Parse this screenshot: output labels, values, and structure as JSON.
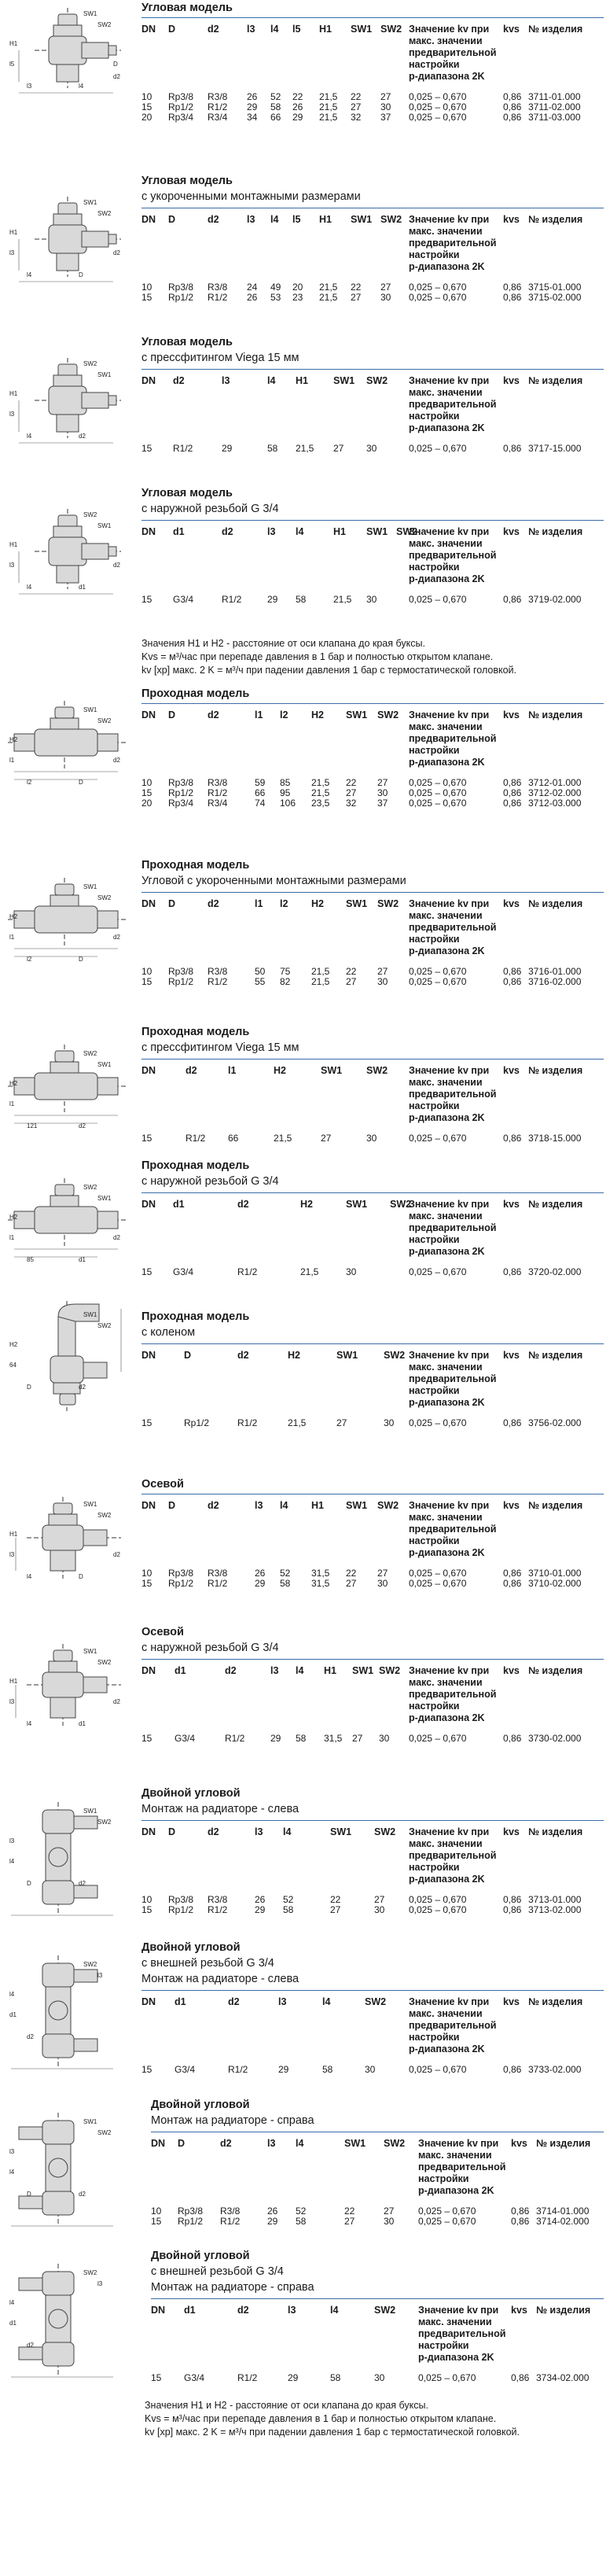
{
  "sections": [
    {
      "id": "s1",
      "title": "Угловая модель",
      "subs": [],
      "headers": [
        "DN",
        "D",
        "d2",
        "l3",
        "l4",
        "l5",
        "H1",
        "SW1",
        "SW2",
        "Значение kv при|макс. значении|предварительной|настройки|р-диапазона 2K",
        "kvs",
        "№ изделия"
      ],
      "rows": [
        [
          "10",
          "Rp3/8",
          "R3/8",
          "26",
          "52",
          "22",
          "21,5",
          "22",
          "27",
          "0,025 – 0,670",
          "0,86",
          "3711-01.000"
        ],
        [
          "15",
          "Rp1/2",
          "R1/2",
          "29",
          "58",
          "26",
          "21,5",
          "27",
          "30",
          "0,025 – 0,670",
          "0,86",
          "3711-02.000"
        ],
        [
          "20",
          "Rp3/4",
          "R3/4",
          "34",
          "66",
          "29",
          "21,5",
          "32",
          "37",
          "0,025 – 0,670",
          "0,86",
          "3711-03.000"
        ]
      ]
    },
    {
      "id": "s2",
      "title": "Угловая модель",
      "subs": [
        "с укороченными монтажными размерами"
      ],
      "headers": [
        "DN",
        "D",
        "d2",
        "l3",
        "l4",
        "l5",
        "H1",
        "SW1",
        "SW2",
        "Значение kv при|макс. значении|предварительной|настройки|р-диапазона 2K",
        "kvs",
        "№ изделия"
      ],
      "rows": [
        [
          "10",
          "Rp3/8",
          "R3/8",
          "24",
          "49",
          "20",
          "21,5",
          "22",
          "27",
          "0,025 – 0,670",
          "0,86",
          "3715-01.000"
        ],
        [
          "15",
          "Rp1/2",
          "R1/2",
          "26",
          "53",
          "23",
          "21,5",
          "27",
          "30",
          "0,025 – 0,670",
          "0,86",
          "3715-02.000"
        ]
      ]
    },
    {
      "id": "s3",
      "title": "Угловая модель",
      "subs": [
        "с прессфитингом Viega 15 мм"
      ],
      "headers": [
        "DN",
        "d2",
        "l3",
        "l4",
        "H1",
        "SW1",
        "SW2",
        "Значение kv при|макс. значении|предварительной|настройки|р-диапазона 2K",
        "kvs",
        "№ изделия"
      ],
      "rows": [
        [
          "15",
          "R1/2",
          "29",
          "58",
          "21,5",
          "27",
          "30",
          "0,025 – 0,670",
          "0,86",
          "3717-15.000"
        ]
      ]
    },
    {
      "id": "s4",
      "title": "Угловая модель",
      "subs": [
        "с наружной резьбой G 3/4"
      ],
      "headers": [
        "DN",
        "d1",
        "d2",
        "l3",
        "l4",
        "H1",
        "SW1",
        "SW2",
        "Значение kv при|макс. значении|предварительной|настройки|р-диапазона 2K",
        "kvs",
        "№ изделия"
      ],
      "rows": [
        [
          "15",
          "G3/4",
          "R1/2",
          "29",
          "58",
          "21,5",
          "30",
          "",
          "0,025 – 0,670",
          "0,86",
          "3719-02.000"
        ]
      ]
    },
    {
      "id": "s5",
      "title": "Проходная модель",
      "subs": [],
      "headers": [
        "DN",
        "D",
        "d2",
        "l1",
        "l2",
        "H2",
        "SW1",
        "SW2",
        "Значение kv при|макс. значении|предварительной|настройки|р-диапазона 2K",
        "kvs",
        "№ изделия"
      ],
      "rows": [
        [
          "10",
          "Rp3/8",
          "R3/8",
          "59",
          "85",
          "21,5",
          "22",
          "27",
          "0,025 – 0,670",
          "0,86",
          "3712-01.000"
        ],
        [
          "15",
          "Rp1/2",
          "R1/2",
          "66",
          "95",
          "21,5",
          "27",
          "30",
          "0,025 – 0,670",
          "0,86",
          "3712-02.000"
        ],
        [
          "20",
          "Rp3/4",
          "R3/4",
          "74",
          "106",
          "23,5",
          "32",
          "37",
          "0,025 – 0,670",
          "0,86",
          "3712-03.000"
        ]
      ]
    },
    {
      "id": "s6",
      "title": "Проходная модель",
      "subs": [
        "Угловой с укороченными монтажными размерами"
      ],
      "headers": [
        "DN",
        "D",
        "d2",
        "l1",
        "l2",
        "H2",
        "SW1",
        "SW2",
        "Значение kv при|макс. значении|предварительной|настройки|р-диапазона 2K",
        "kvs",
        "№ изделия"
      ],
      "rows": [
        [
          "10",
          "Rp3/8",
          "R3/8",
          "50",
          "75",
          "21,5",
          "22",
          "27",
          "0,025 – 0,670",
          "0,86",
          "3716-01.000"
        ],
        [
          "15",
          "Rp1/2",
          "R1/2",
          "55",
          "82",
          "21,5",
          "27",
          "30",
          "0,025 – 0,670",
          "0,86",
          "3716-02.000"
        ]
      ]
    },
    {
      "id": "s7",
      "title": "Проходная модель",
      "subs": [
        "с прессфитингом Viega 15 мм"
      ],
      "headers": [
        "DN",
        "d2",
        "l1",
        "H2",
        "SW1",
        "SW2",
        "Значение kv при|макс. значении|предварительной|настройки|р-диапазона 2K",
        "kvs",
        "№ изделия"
      ],
      "rows": [
        [
          "15",
          "R1/2",
          "66",
          "21,5",
          "27",
          "30",
          "0,025 – 0,670",
          "0,86",
          "3718-15.000"
        ]
      ]
    },
    {
      "id": "s8",
      "title": "Проходная модель",
      "subs": [
        "с наружной резьбой G 3/4"
      ],
      "headers": [
        "DN",
        "d1",
        "d2",
        "H2",
        "SW1",
        "SW2",
        "Значение kv при|макс. значении|предварительной|настройки|р-диапазона 2K",
        "kvs",
        "№ изделия"
      ],
      "rows": [
        [
          "15",
          "G3/4",
          "R1/2",
          "21,5",
          "30",
          "",
          "0,025 – 0,670",
          "0,86",
          "3720-02.000"
        ]
      ]
    },
    {
      "id": "s9",
      "title": "Проходная модель",
      "subs": [
        "с коленом"
      ],
      "headers": [
        "DN",
        "D",
        "d2",
        "H2",
        "SW1",
        "SW2",
        "Значение kv при|макс. значении|предварительной|настройки|р-диапазона 2K",
        "kvs",
        "№ изделия"
      ],
      "rows": [
        [
          "15",
          "Rp1/2",
          "R1/2",
          "21,5",
          "27",
          "30",
          "0,025 – 0,670",
          "0,86",
          "3756-02.000"
        ]
      ]
    },
    {
      "id": "s10",
      "title": "Осевой",
      "subs": [],
      "headers": [
        "DN",
        "D",
        "d2",
        "l3",
        "l4",
        "H1",
        "SW1",
        "SW2",
        "Значение kv при|макс. значении|предварительной|настройки|р-диапазона 2K",
        "kvs",
        "№ изделия"
      ],
      "rows": [
        [
          "10",
          "Rp3/8",
          "R3/8",
          "26",
          "52",
          "31,5",
          "22",
          "27",
          "0,025 – 0,670",
          "0,86",
          "3710-01.000"
        ],
        [
          "15",
          "Rp1/2",
          "R1/2",
          "29",
          "58",
          "31,5",
          "27",
          "30",
          "0,025 – 0,670",
          "0,86",
          "3710-02.000"
        ]
      ]
    },
    {
      "id": "s11",
      "title": "Осевой",
      "subs": [
        "с наружной резьбой G 3/4"
      ],
      "headers": [
        "DN",
        "d1",
        "d2",
        "l3",
        "l4",
        "H1",
        "SW1",
        "SW2",
        "Значение kv при|макс. значении|предварительной|настройки|р-диапазона 2K",
        "kvs",
        "№ изделия"
      ],
      "rows": [
        [
          "15",
          "G3/4",
          "R1/2",
          "29",
          "58",
          "31,5",
          "27",
          "30",
          "0,025 – 0,670",
          "0,86",
          "3730-02.000"
        ]
      ]
    },
    {
      "id": "s12",
      "title": "Двойной угловой",
      "subs": [
        "Монтаж на радиаторе - слева"
      ],
      "headers": [
        "DN",
        "D",
        "d2",
        "l3",
        "l4",
        "SW1",
        "SW2",
        "Значение kv при|макс. значении|предварительной|настройки|р-диапазона 2K",
        "kvs",
        "№ изделия"
      ],
      "rows": [
        [
          "10",
          "Rp3/8",
          "R3/8",
          "26",
          "52",
          "22",
          "27",
          "0,025 – 0,670",
          "0,86",
          "3713-01.000"
        ],
        [
          "15",
          "Rp1/2",
          "R1/2",
          "29",
          "58",
          "27",
          "30",
          "0,025 – 0,670",
          "0,86",
          "3713-02.000"
        ]
      ]
    },
    {
      "id": "s13",
      "title": "Двойной угловой",
      "subs": [
        "с внешней резьбой G 3/4",
        "Монтаж на радиаторе - слева"
      ],
      "headers": [
        "DN",
        "d1",
        "d2",
        "l3",
        "l4",
        "SW2",
        "Значение kv при|макс. значении|предварительной|настройки|р-диапазона 2K",
        "kvs",
        "№ изделия"
      ],
      "rows": [
        [
          "15",
          "G3/4",
          "R1/2",
          "29",
          "58",
          "30",
          "0,025 – 0,670",
          "0,86",
          "3733-02.000"
        ]
      ]
    },
    {
      "id": "s14",
      "title": "Двойной угловой",
      "subs": [
        "Монтаж на радиаторе - справа"
      ],
      "headers": [
        "DN",
        "D",
        "d2",
        "l3",
        "l4",
        "SW1",
        "SW2",
        "Значение kv при|макс. значении|предварительной|настройки|р-диапазона 2K",
        "kvs",
        "№ изделия"
      ],
      "rows": [
        [
          "10",
          "Rp3/8",
          "R3/8",
          "26",
          "52",
          "22",
          "27",
          "0,025 – 0,670",
          "0,86",
          "3714-01.000"
        ],
        [
          "15",
          "Rp1/2",
          "R1/2",
          "29",
          "58",
          "27",
          "30",
          "0,025 – 0,670",
          "0,86",
          "3714-02.000"
        ]
      ]
    },
    {
      "id": "s15",
      "title": "Двойной угловой",
      "subs": [
        "с внешней резьбой G 3/4",
        "Монтаж на радиаторе - справа"
      ],
      "headers": [
        "DN",
        "d1",
        "d2",
        "l3",
        "l4",
        "SW2",
        "Значение kv при|макс. значении|предварительной|настройки|р-диапазона 2K",
        "kvs",
        "№ изделия"
      ],
      "rows": [
        [
          "15",
          "G3/4",
          "R1/2",
          "29",
          "58",
          "30",
          "0,025 – 0,670",
          "0,86",
          "3734-02.000"
        ]
      ]
    }
  ],
  "notes": [
    {
      "id": "n1",
      "lines": [
        "Значения H1 и H2  - расстояние от оси клапана до края буксы.",
        "Kvs = м³/час при перепаде давления в 1 бар и полностью открытом клапане.",
        "kv [xp] макс. 2 K = м³/ч при падении давления 1 бар с термостатической головкой."
      ]
    },
    {
      "id": "n2",
      "lines": [
        "Значения H1 и H2  - расстояние от оси клапана до края буксы.",
        "Kvs = м³/час при перепаде давления в 1 бар и полностью открытом клапане.",
        "kv [xp] макс. 2 K = м³/ч при падении давления 1 бар с термостатической головкой."
      ]
    }
  ],
  "figure_labels": {
    "s1": [
      "SW1",
      "SW2",
      "H1",
      "l5",
      "l3",
      "l4",
      "D",
      "d2"
    ],
    "s2": [
      "SW1",
      "SW2",
      "H1",
      "l3",
      "l4",
      "D",
      "d2"
    ],
    "s3": [
      "SW2",
      "SW1",
      "H1",
      "l3",
      "l4",
      "d2"
    ],
    "s4": [
      "SW2",
      "SW1",
      "H1",
      "l3",
      "l4",
      "d1",
      "d2"
    ],
    "s5": [
      "SW1",
      "SW2",
      "H2",
      "l1",
      "l2",
      "D",
      "d2"
    ],
    "s6": [
      "SW1",
      "SW2",
      "H2",
      "l1",
      "l2",
      "D",
      "d2"
    ],
    "s7": [
      "SW2",
      "SW1",
      "H2",
      "l1",
      "121",
      "d2"
    ],
    "s8": [
      "SW2",
      "SW1",
      "H2",
      "l1",
      "85",
      "d1",
      "d2"
    ],
    "s9": [
      "SW1",
      "SW2",
      "H2",
      "64",
      "D",
      "d2"
    ],
    "s10": [
      "SW1",
      "SW2",
      "H1",
      "l3",
      "l4",
      "D",
      "d2"
    ],
    "s11": [
      "SW1",
      "SW2",
      "H1",
      "l3",
      "l4",
      "d1",
      "d2"
    ],
    "s12": [
      "SW1",
      "SW2",
      "l3",
      "l4",
      "D",
      "d2"
    ],
    "s13": [
      "SW2",
      "l3",
      "l4",
      "d1",
      "d2"
    ],
    "s14": [
      "SW1",
      "SW2",
      "l3",
      "l4",
      "D",
      "d2"
    ],
    "s15": [
      "SW2",
      "l3",
      "l4",
      "d1",
      "d2"
    ]
  }
}
